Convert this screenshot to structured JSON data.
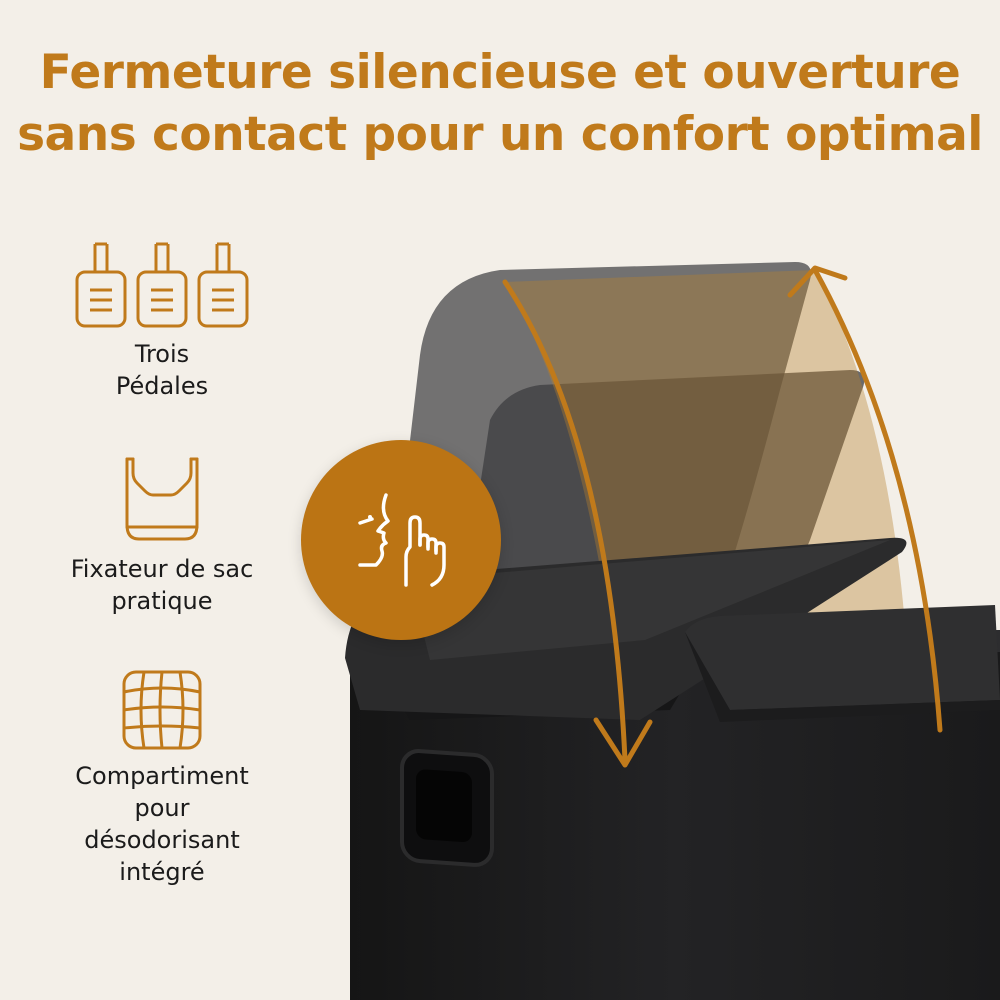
{
  "headline": {
    "line1": "Fermeture silencieuse et ouverture",
    "line2": "sans contact pour un confort optimal"
  },
  "features": {
    "pedals": {
      "line1": "Trois",
      "line2": "Pédales",
      "icon": "three-pedals-icon"
    },
    "bag": {
      "line1": "Fixateur de sac",
      "line2": "pratique",
      "icon": "bag-holder-icon"
    },
    "deodorant": {
      "line1": "Compartiment",
      "line2": "pour",
      "line3": "désodorisant",
      "line4": "intégré",
      "icon": "deodorizer-grid-icon"
    }
  },
  "badge": {
    "icon": "silent-touch-icon"
  },
  "colors": {
    "accent": "#c07a1b",
    "background": "#f3efe8",
    "text": "#1b1b1b",
    "bin": "#1c1c1e"
  }
}
